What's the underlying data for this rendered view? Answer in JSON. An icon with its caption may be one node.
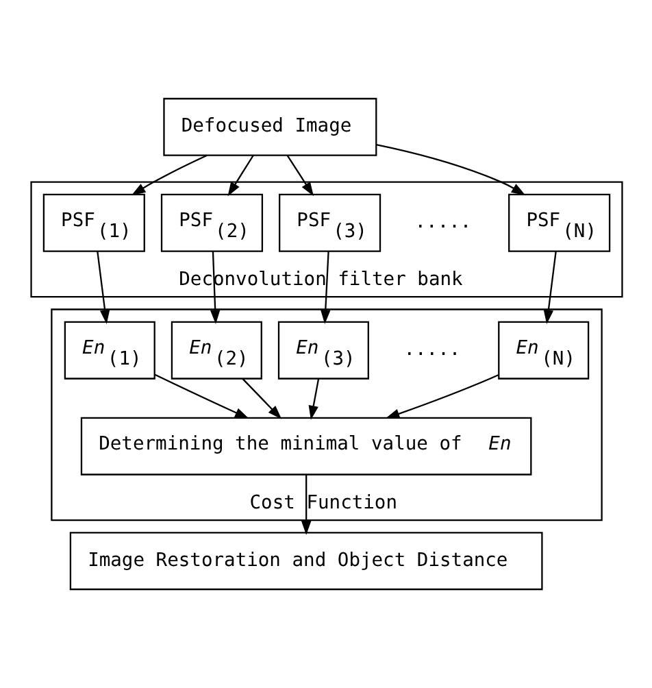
{
  "diagram": {
    "nodes": [
      {
        "text": [
          "Defocused Image"
        ]
      },
      {
        "text": [
          "Deconvolution filter bank"
        ]
      },
      {
        "text": [
          "PSF$_{(1)}$"
        ],
        "in": 1
      },
      {
        "text": [
          "PSF$_{(2)}$"
        ],
        "in": 1
      },
      {
        "text": [
          "PSF$_{(3)}$"
        ],
        "in": 1
      },
      {
        "text": [
          "PSF$_{(N)}$"
        ],
        "in": 1
      },
      {
        "text": [
          "Cost Function"
        ]
      },
      {
        "text": [
          "*En*$_{(1)}$"
        ],
        "in": 6
      },
      {
        "text": [
          "*En*$_{(2)}$"
        ],
        "in": 6
      },
      {
        "text": [
          "*En*$_{(3)}$"
        ],
        "in": 6
      },
      {
        "text": [
          "*En*$_{(N)}$"
        ],
        "in": 6
      },
      {
        "text": [
          "Determining the minimal value of *En*"
        ],
        "in": 6
      },
      {
        "text": [
          "Image Restoration and Object Distance"
        ]
      }
    ],
    "edges": [
      {
        "from": 0,
        "to": 2,
        "arrow": "to"
      },
      {
        "from": 0,
        "to": 3,
        "arrow": "to"
      },
      {
        "from": 0,
        "to": 4,
        "arrow": "to"
      },
      {
        "from": 0,
        "to": 5,
        "arrow": "to"
      },
      {
        "from": 2,
        "to": 7,
        "arrow": "to"
      },
      {
        "from": 3,
        "to": 8,
        "arrow": "to"
      },
      {
        "from": 4,
        "to": 9,
        "arrow": "to"
      },
      {
        "from": 5,
        "to": 10,
        "arrow": "to"
      },
      {
        "from": 7,
        "to": 11,
        "arrow": "to"
      },
      {
        "from": 8,
        "to": 11,
        "arrow": "to"
      },
      {
        "from": 9,
        "to": 11,
        "arrow": "to"
      },
      {
        "from": 10,
        "to": 11,
        "arrow": "to"
      },
      {
        "from": 11,
        "to": 12,
        "arrow": "to"
      }
    ],
    "labels": [
      ".....",
      "....."
    ]
  }
}
